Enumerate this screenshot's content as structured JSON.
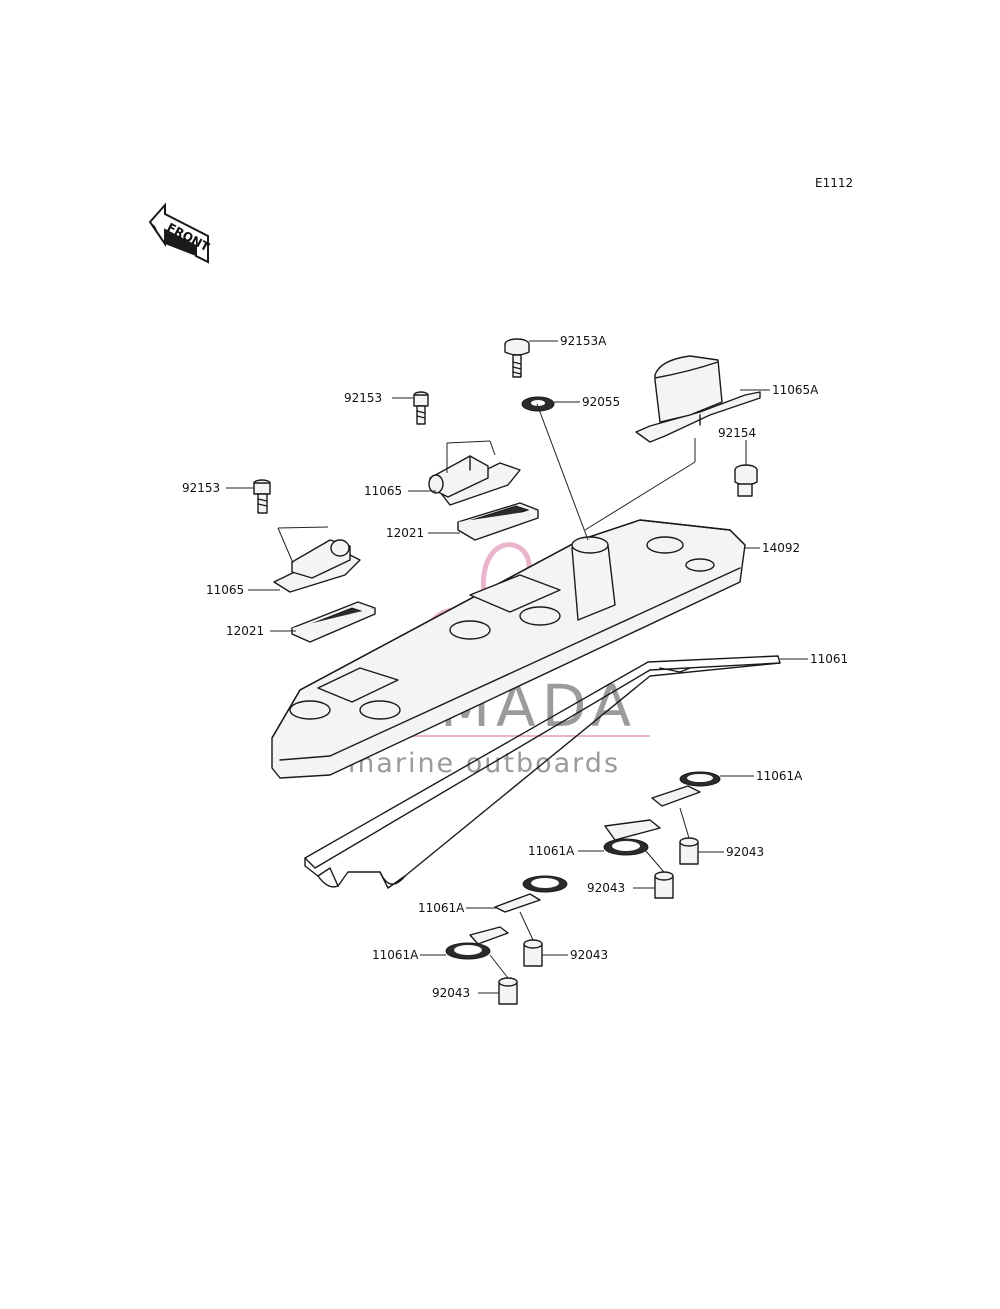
{
  "figure_code": "E1112",
  "front_label": "FRONT",
  "watermark": {
    "brand": "ARMADA",
    "tagline": "marine outboards",
    "logo_color": "#e7a9c4",
    "text_color": "#8a8a8a"
  },
  "parts": [
    {
      "id": "p-92153A",
      "label": "92153A"
    },
    {
      "id": "p-92055",
      "label": "92055"
    },
    {
      "id": "p-11065A",
      "label": "11065A"
    },
    {
      "id": "p-92153-a",
      "label": "92153"
    },
    {
      "id": "p-11065-a",
      "label": "11065"
    },
    {
      "id": "p-92154",
      "label": "92154"
    },
    {
      "id": "p-92153-b",
      "label": "92153"
    },
    {
      "id": "p-12021-a",
      "label": "12021"
    },
    {
      "id": "p-14092",
      "label": "14092"
    },
    {
      "id": "p-11065-b",
      "label": "11065"
    },
    {
      "id": "p-12021-b",
      "label": "12021"
    },
    {
      "id": "p-11061",
      "label": "11061"
    },
    {
      "id": "p-11061A-a",
      "label": "11061A"
    },
    {
      "id": "p-11061A-b",
      "label": "11061A"
    },
    {
      "id": "p-92043-a",
      "label": "92043"
    },
    {
      "id": "p-92043-b",
      "label": "92043"
    },
    {
      "id": "p-11061A-c",
      "label": "11061A"
    },
    {
      "id": "p-92043-c",
      "label": "92043"
    },
    {
      "id": "p-11061A-d",
      "label": "11061A"
    },
    {
      "id": "p-92043-d",
      "label": "92043"
    }
  ]
}
